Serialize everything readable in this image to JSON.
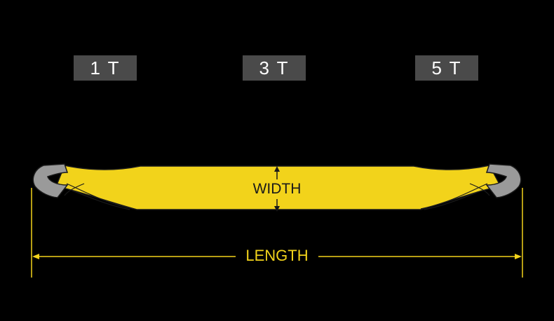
{
  "capacities": [
    "1 T",
    "3 T",
    "5 T"
  ],
  "dimensions": {
    "width_label": "WIDTH",
    "length_label": "LENGTH"
  },
  "colors": {
    "webbing": "#f2d31b",
    "eye_sleeve": "#9a9a9a",
    "badge_bg": "#4a4a4a",
    "background": "#000000"
  }
}
